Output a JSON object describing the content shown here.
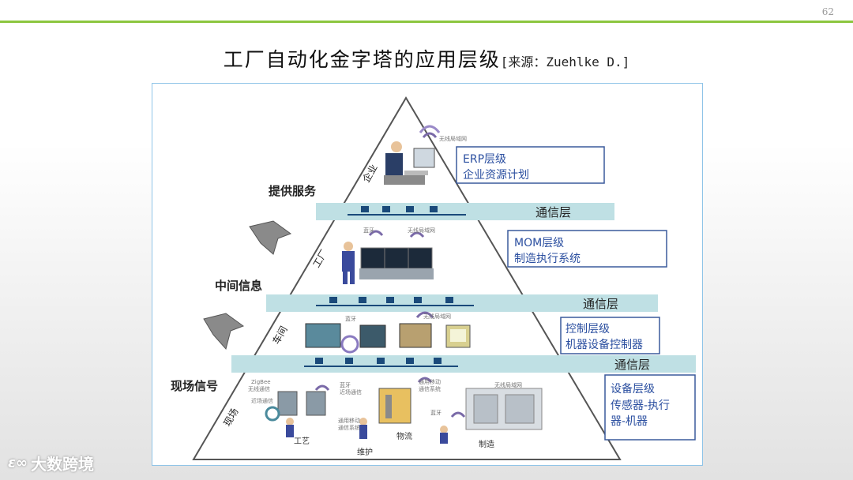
{
  "page_number": "62",
  "title": {
    "main": "工厂自动化金字塔的应用层级",
    "source": "[来源：Zuehlke D.]"
  },
  "side_labels": {
    "provide_services": "提供服务",
    "middle_info": "中间信息",
    "field_signals": "现场信号"
  },
  "levels": {
    "enterprise": {
      "tag": "企业",
      "box_title": "ERP层级",
      "box_sub": "企业资源计划"
    },
    "factory": {
      "tag": "工厂",
      "box_title": "MOM层级",
      "box_sub": "制造执行系统"
    },
    "workshop": {
      "tag": "车间",
      "box_title": "控制层级",
      "box_sub": "机器设备控制器"
    },
    "field": {
      "tag": "现场",
      "box_title": "设备层级",
      "box_sub_1": "传感器-执行",
      "box_sub_2": "器-机器"
    }
  },
  "comm_layer_label": "通信层",
  "small_labels": {
    "wlan_top": "无线局域网",
    "bluetooth_factory": "蓝牙",
    "wlan_factory": "无线局域网",
    "bluetooth_workshop": "蓝牙",
    "wlan_workshop": "无线局域网",
    "zigbee": "ZigBee",
    "wireless_comm": "无线通信",
    "near_field": "近场通信",
    "bluetooth_field": "蓝牙",
    "near_field_comm": "近场通信",
    "mobile_comm": "通用移动",
    "mobile_comm_sys": "通信系统",
    "mobile_comm_2": "通用移动",
    "mobile_comm_sys_2": "通信系统",
    "bluetooth_field_2": "蓝牙",
    "wlan_field": "无线局域网",
    "craft": "工艺",
    "logistics": "物流",
    "maintenance": "维护",
    "manufacturing": "制造"
  },
  "watermark": {
    "logo": "ε∞",
    "text": "大数跨境"
  },
  "colors": {
    "accent_green": "#8cc63f",
    "comm_band": "#bfe0e4",
    "box_border": "#3a5a9c",
    "box_text": "#2b4fa0"
  }
}
